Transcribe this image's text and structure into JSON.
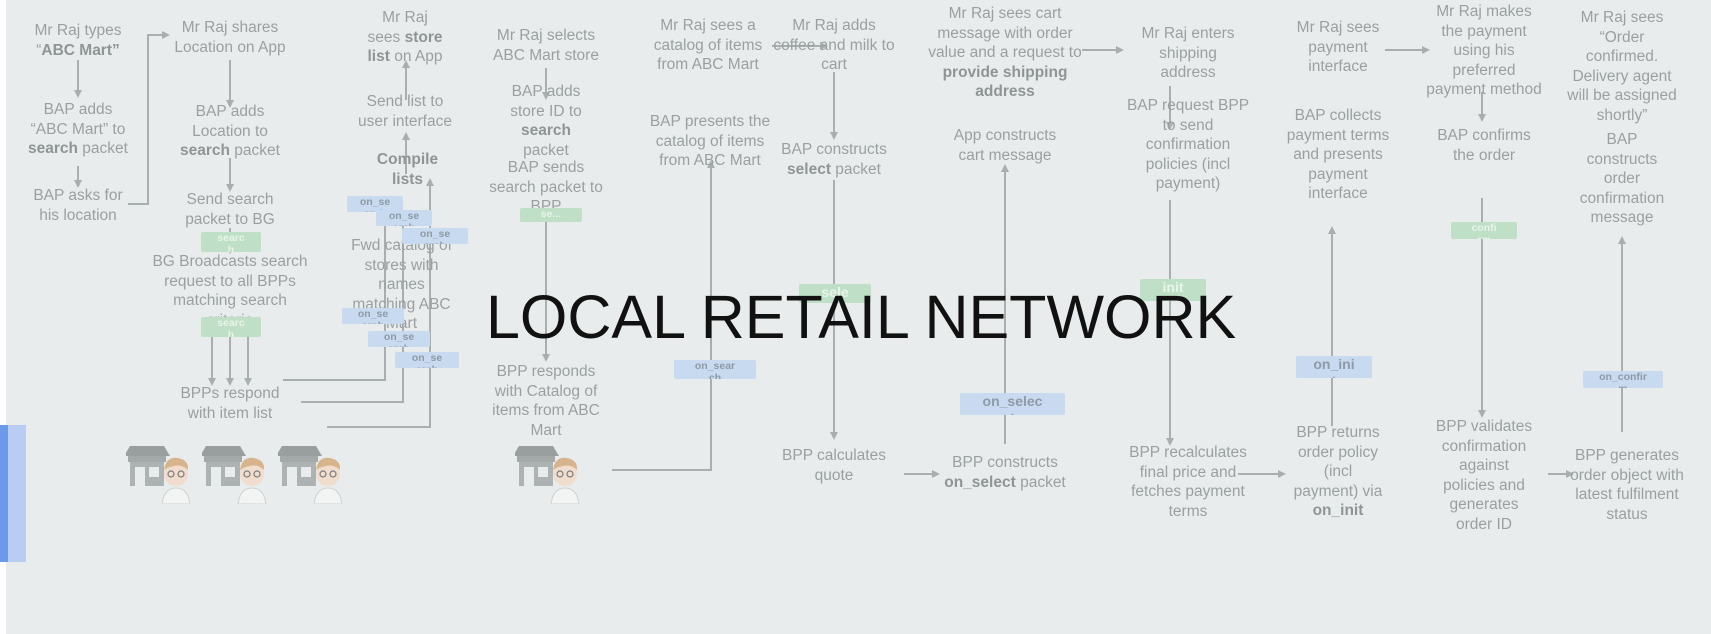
{
  "title": "LOCAL RETAIL NETWORK",
  "colors": {
    "background": "#e9ecec",
    "step_text": "#9aa0a0",
    "arrow": "#a9aeae",
    "chip_blue": "#c8daf0",
    "chip_green": "#bfe0c6",
    "title": "#111111"
  },
  "steps": [
    {
      "id": "s1",
      "parts": [
        {
          "t": "Mr Raj types\n“"
        },
        {
          "t": "ABC Mart”",
          "b": true
        }
      ]
    },
    {
      "id": "s2",
      "parts": [
        {
          "t": "BAP adds\n“ABC Mart” to\n"
        },
        {
          "t": "search",
          "b": true
        },
        {
          "t": " packet"
        }
      ]
    },
    {
      "id": "s3",
      "parts": [
        {
          "t": "BAP asks for\nhis location"
        }
      ]
    },
    {
      "id": "s4",
      "parts": [
        {
          "t": "Mr Raj shares\nLocation on App"
        }
      ]
    },
    {
      "id": "s5",
      "parts": [
        {
          "t": "BAP adds\nLocation to\n"
        },
        {
          "t": "search",
          "b": true
        },
        {
          "t": " packet"
        }
      ]
    },
    {
      "id": "s6",
      "parts": [
        {
          "t": "Send search\npacket to BG"
        }
      ]
    },
    {
      "id": "s7",
      "parts": [
        {
          "t": "BG Broadcasts search\nrequest to all BPPs\nmatching search\ncriteria"
        }
      ]
    },
    {
      "id": "s8",
      "parts": [
        {
          "t": "BPPs respond\nwith item  list"
        }
      ]
    },
    {
      "id": "s9",
      "parts": [
        {
          "t": "Mr Raj\nsees "
        },
        {
          "t": "store\nlist",
          "b": true
        },
        {
          "t": " on App"
        }
      ]
    },
    {
      "id": "s10",
      "parts": [
        {
          "t": "Send list to\nuser interface"
        }
      ]
    },
    {
      "id": "s11",
      "parts": [
        {
          "t": "Compile\nlists",
          "b": true
        }
      ]
    },
    {
      "id": "s12",
      "parts": [
        {
          "t": "Fwd catalog of\nstores with\nnames\nmatching ABC\nMart"
        }
      ]
    },
    {
      "id": "s13",
      "parts": [
        {
          "t": "Mr Raj selects\nABC Mart store"
        }
      ]
    },
    {
      "id": "s14",
      "parts": [
        {
          "t": "BAP adds\nstore ID to\n"
        },
        {
          "t": "search",
          "b": true
        },
        {
          "t": "\npacket"
        }
      ]
    },
    {
      "id": "s15",
      "parts": [
        {
          "t": "BAP sends\nsearch packet to\nBPP"
        }
      ]
    },
    {
      "id": "s16",
      "parts": [
        {
          "t": "BPP responds\nwith Catalog of\nitems from ABC\nMart"
        }
      ]
    },
    {
      "id": "s17",
      "parts": [
        {
          "t": "Mr Raj sees a\ncatalog of items\nfrom ABC Mart"
        }
      ]
    },
    {
      "id": "s18",
      "parts": [
        {
          "t": "BAP presents the\ncatalog of items\nfrom ABC Mart"
        }
      ]
    },
    {
      "id": "s19",
      "parts": [
        {
          "t": "Mr Raj adds\ncoffee and milk to\ncart"
        }
      ]
    },
    {
      "id": "s20",
      "parts": [
        {
          "t": "BAP  constructs\n"
        },
        {
          "t": "select",
          "b": true
        },
        {
          "t": " packet"
        }
      ]
    },
    {
      "id": "s21",
      "parts": [
        {
          "t": "BPP calculates\nquote"
        }
      ]
    },
    {
      "id": "s22",
      "parts": [
        {
          "t": "Mr Raj sees cart\nmessage with order\nvalue and a request to\n"
        },
        {
          "t": "provide shipping\naddress",
          "b": true
        }
      ]
    },
    {
      "id": "s23",
      "parts": [
        {
          "t": "App constructs\ncart message"
        }
      ]
    },
    {
      "id": "s24",
      "parts": [
        {
          "t": "BPP constructs\n"
        },
        {
          "t": "on_select",
          "b": true
        },
        {
          "t": " packet"
        }
      ]
    },
    {
      "id": "s25",
      "parts": [
        {
          "t": "Mr Raj enters\nshipping\naddress"
        }
      ]
    },
    {
      "id": "s26",
      "parts": [
        {
          "t": "BAP request BPP\nto send\nconfirmation\npolicies (incl\npayment)"
        }
      ]
    },
    {
      "id": "s27",
      "parts": [
        {
          "t": "BPP recalculates\nfinal price and\nfetches payment\nterms"
        }
      ]
    },
    {
      "id": "s28",
      "parts": [
        {
          "t": "Mr Raj sees\npayment\ninterface"
        }
      ]
    },
    {
      "id": "s29",
      "parts": [
        {
          "t": "BAP collects\npayment terms\nand presents\npayment\ninterface"
        }
      ]
    },
    {
      "id": "s30",
      "parts": [
        {
          "t": "BPP returns\norder policy\n(incl\npayment) via\n"
        },
        {
          "t": "on_init",
          "b": true
        }
      ]
    },
    {
      "id": "s31",
      "parts": [
        {
          "t": "Mr Raj makes\nthe payment\nusing his\npreferred\npayment method"
        }
      ]
    },
    {
      "id": "s32",
      "parts": [
        {
          "t": "BAP confirms\nthe order"
        }
      ]
    },
    {
      "id": "s33",
      "parts": [
        {
          "t": "BPP validates\nconfirmation\nagainst\npolicies and\ngenerates\norder ID"
        }
      ]
    },
    {
      "id": "s34",
      "parts": [
        {
          "t": "Mr Raj sees\n“Order\nconfirmed.\nDelivery agent\nwill be assigned\nshortly”"
        }
      ]
    },
    {
      "id": "s35",
      "parts": [
        {
          "t": "BAP\nconstructs\norder\nconfirmation\nmessage"
        }
      ]
    },
    {
      "id": "s36",
      "parts": [
        {
          "t": "BPP generates\norder object with\nlatest fulfilment\nstatus"
        }
      ]
    }
  ],
  "chips": [
    {
      "id": "c1",
      "label": "searc\nh",
      "color": "green"
    },
    {
      "id": "c2",
      "label": "searc\nh",
      "color": "green"
    },
    {
      "id": "c3",
      "label": "on_se\narch",
      "color": "blue"
    },
    {
      "id": "c4",
      "label": "on_se\narch",
      "color": "blue"
    },
    {
      "id": "c5",
      "label": "on_se\narch",
      "color": "blue"
    },
    {
      "id": "c6",
      "label": "on_se\narch",
      "color": "blue"
    },
    {
      "id": "c7",
      "label": "on_se\narch",
      "color": "blue"
    },
    {
      "id": "c8",
      "label": "on_se\narch",
      "color": "blue"
    },
    {
      "id": "c9",
      "label": "se...",
      "color": "green"
    },
    {
      "id": "c10",
      "label": "on_sear\nch",
      "color": "blue"
    },
    {
      "id": "c11",
      "label": "sele",
      "color": "green"
    },
    {
      "id": "c12",
      "label": "on_selec\nt",
      "color": "blue"
    },
    {
      "id": "c13",
      "label": "init",
      "color": "green"
    },
    {
      "id": "c14",
      "label": "on_ini\nt",
      "color": "blue"
    },
    {
      "id": "c15",
      "label": "confi\nrm",
      "color": "green"
    },
    {
      "id": "c16",
      "label": "on_confir\nm",
      "color": "blue"
    }
  ],
  "icons": [
    "store-with-shopkeeper-icon",
    "store-with-shopkeeper-icon",
    "store-with-shopkeeper-icon",
    "store-with-shopkeeper-icon"
  ]
}
